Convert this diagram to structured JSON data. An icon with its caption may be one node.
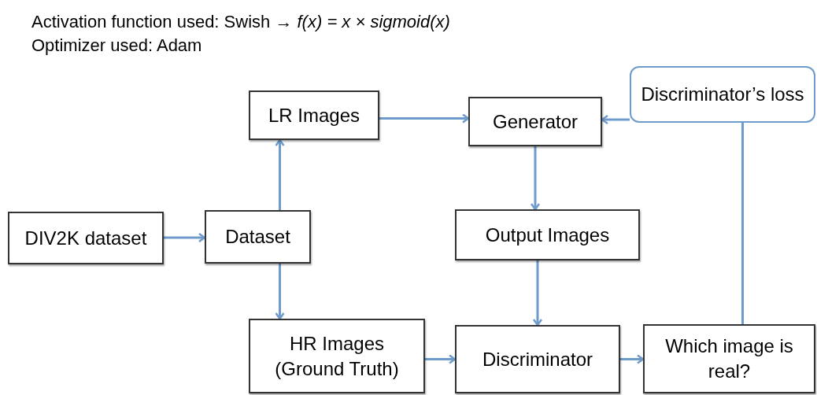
{
  "diagram": {
    "nodes": [
      {
        "text": [
          "LR Images"
        ]
      },
      {
        "text": [
          "Generator"
        ]
      },
      {
        "text": [
          "Discriminator’s loss"
        ]
      },
      {
        "text": [
          "DIV2K dataset"
        ]
      },
      {
        "text": [
          "Dataset"
        ]
      },
      {
        "text": [
          "Output Images"
        ]
      },
      {
        "text": [
          "HR Images (Ground Truth)"
        ]
      },
      {
        "text": [
          "Discriminator"
        ]
      },
      {
        "text": [
          "Which image is real?"
        ]
      }
    ],
    "edges": [
      {
        "from": 3,
        "to": 4,
        "arrow": "to"
      },
      {
        "from": 4,
        "to": 0,
        "arrow": "to"
      },
      {
        "from": 4,
        "to": 6,
        "arrow": "to"
      },
      {
        "from": 0,
        "to": 1,
        "arrow": "to"
      },
      {
        "from": 1,
        "to": 5,
        "arrow": "to"
      },
      {
        "from": 5,
        "to": 7,
        "arrow": "to"
      },
      {
        "from": 6,
        "to": 7,
        "arrow": "to"
      },
      {
        "from": 7,
        "to": 8,
        "arrow": "to"
      },
      {
        "from": 8,
        "to": 2,
        "arrow": "none"
      },
      {
        "from": 2,
        "to": 1,
        "arrow": "to"
      }
    ],
    "labels": [
      "Activation function used: Swish → *f(x) = x × sigmoid(x)*",
      "Optimizer used: Adam"
    ]
  }
}
